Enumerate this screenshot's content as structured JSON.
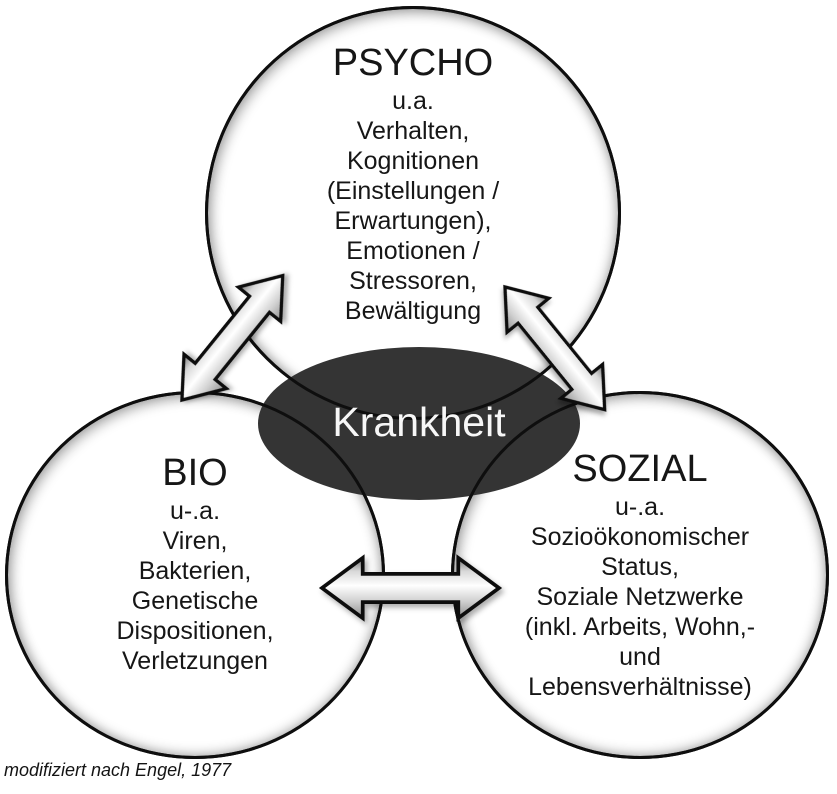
{
  "diagram": {
    "caption": "modifiziert nach Engel, 1977",
    "center": {
      "label": "Krankheit",
      "fill": "#343434",
      "text_color": "#f7f7f7"
    },
    "circles": [
      {
        "title": "PSYCHO",
        "lines": [
          "u.a.",
          "Verhalten,",
          "Kognitionen",
          "(Einstellungen /",
          "Erwartungen),",
          "Emotionen /",
          "Stressoren,",
          "Bewältigung"
        ]
      },
      {
        "title": "BIO",
        "lines": [
          "u-.a.",
          "Viren,",
          "Bakterien,",
          "Genetische",
          "Dispositionen,",
          "Verletzungen"
        ]
      },
      {
        "title": "SOZIAL",
        "lines": [
          "u-.a.",
          "Sozioökonomischer",
          "Status,",
          "Soziale Netzwerke",
          "(inkl. Arbeits, Wohn,-",
          "und",
          "Lebensverhältnisse)"
        ]
      }
    ],
    "arrows": [
      {
        "name": "psycho-bio",
        "type": "double-headed"
      },
      {
        "name": "psycho-sozial",
        "type": "double-headed"
      },
      {
        "name": "bio-sozial",
        "type": "double-headed"
      }
    ],
    "colors": {
      "circle_fill": "#ffffff",
      "circle_stroke": "#0e0e0e",
      "arrow_outline": "#101010"
    }
  }
}
